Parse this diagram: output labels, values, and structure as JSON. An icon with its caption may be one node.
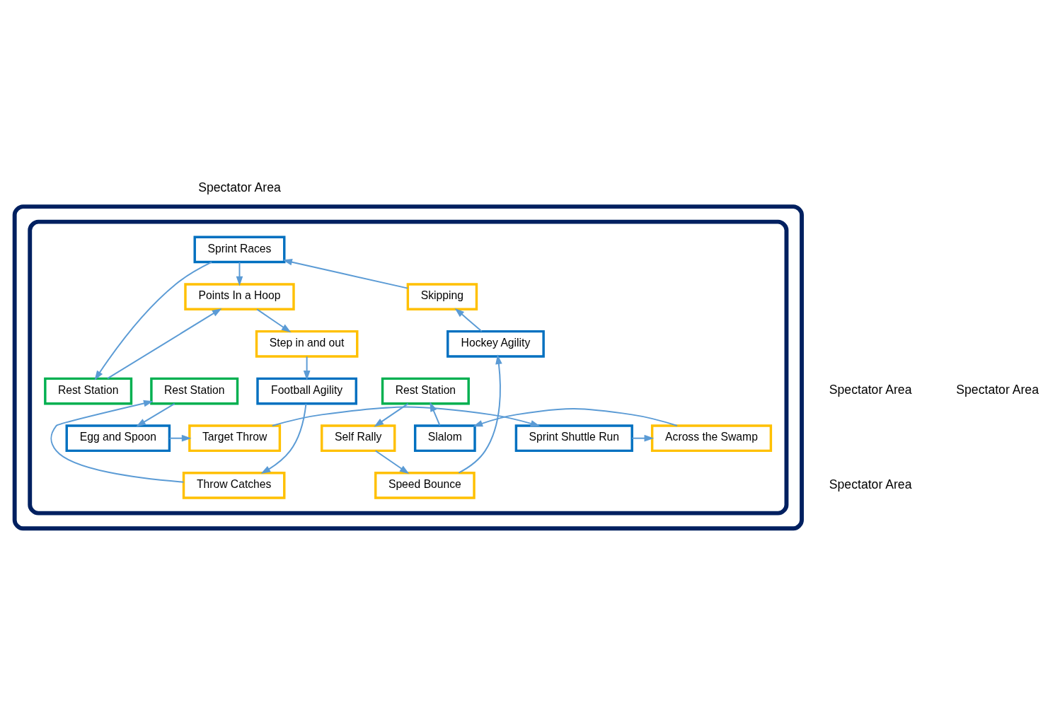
{
  "diagram": {
    "nodes": [
      {
        "text": [],
        "shape": "box"
      },
      {
        "text": [],
        "shape": "box",
        "in": 0
      },
      {
        "text": [
          "Sprint Races"
        ],
        "in": 1
      },
      {
        "text": [
          "Points In a Hoop"
        ],
        "in": 1
      },
      {
        "text": [
          "Skipping"
        ],
        "in": 1
      },
      {
        "text": [
          "Step in and out"
        ],
        "in": 1
      },
      {
        "text": [
          "Hockey Agility"
        ],
        "in": 1
      },
      {
        "text": [
          "Rest Station"
        ],
        "in": 1
      },
      {
        "text": [
          "Rest Station"
        ],
        "in": 1
      },
      {
        "text": [
          "Rest Station"
        ],
        "in": 1
      },
      {
        "text": [
          "Football Agility"
        ],
        "in": 1
      },
      {
        "text": [
          "Speed Bounce"
        ],
        "in": 1
      },
      {
        "text": [
          "Throw Catches"
        ],
        "in": 1
      },
      {
        "text": [
          "Self Rally"
        ],
        "in": 1
      },
      {
        "text": [
          "Slalom"
        ],
        "in": 1
      },
      {
        "text": [
          "Across the Swamp"
        ],
        "in": 1
      },
      {
        "text": [
          "Sprint Shuttle Run"
        ],
        "in": 1
      },
      {
        "text": [
          "Target Throw"
        ],
        "in": 1
      },
      {
        "text": [
          "Egg and Spoon"
        ],
        "in": 1
      }
    ],
    "edges": [
      {
        "from": 2,
        "to": 3,
        "arrow": "to"
      },
      {
        "from": 3,
        "to": 5,
        "arrow": "to"
      },
      {
        "from": 5,
        "to": 10,
        "arrow": "to"
      },
      {
        "from": 10,
        "to": 12,
        "arrow": "to"
      },
      {
        "from": 12,
        "to": 8,
        "arrow": "to"
      },
      {
        "from": 8,
        "to": 18,
        "arrow": "to"
      },
      {
        "from": 18,
        "to": 17,
        "arrow": "to"
      },
      {
        "from": 17,
        "to": 16,
        "arrow": "to"
      },
      {
        "from": 16,
        "to": 15,
        "arrow": "to"
      },
      {
        "from": 15,
        "to": 14,
        "arrow": "to"
      },
      {
        "from": 14,
        "to": 7,
        "arrow": "to"
      },
      {
        "from": 7,
        "to": 13,
        "arrow": "to"
      },
      {
        "from": 13,
        "to": 11,
        "arrow": "to"
      },
      {
        "from": 11,
        "to": 6,
        "arrow": "to"
      },
      {
        "from": 6,
        "to": 4,
        "arrow": "to"
      },
      {
        "from": 4,
        "to": 2,
        "arrow": "to"
      },
      {
        "from": 2,
        "to": 9,
        "arrow": "to"
      },
      {
        "from": 9,
        "to": 3,
        "arrow": "to"
      }
    ],
    "labels": [
      "Spectator Area",
      "Spectator Area",
      "Spectator Area",
      "Spectator Area"
    ]
  }
}
